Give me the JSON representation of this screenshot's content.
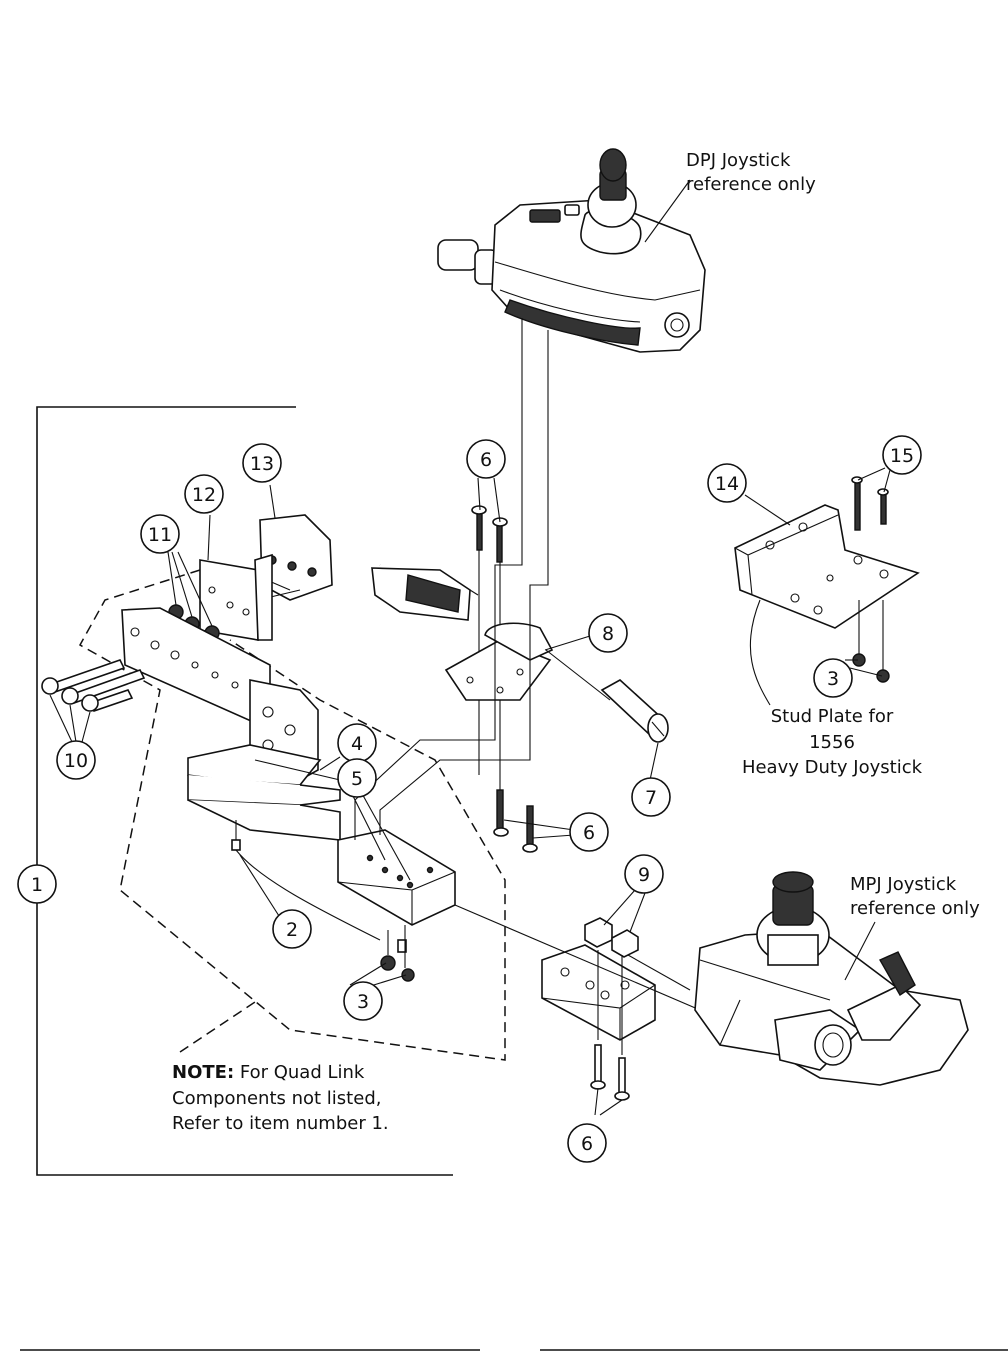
{
  "callouts": {
    "c1": "1",
    "c2": "2",
    "c3a": "3",
    "c3b": "3",
    "c4": "4",
    "c5": "5",
    "c6a": "6",
    "c6b": "6",
    "c6c": "6",
    "c7": "7",
    "c8": "8",
    "c9": "9",
    "c10": "10",
    "c11": "11",
    "c12": "12",
    "c13": "13",
    "c14": "14",
    "c15": "15"
  },
  "labels": {
    "dpj_line1": "DPJ Joystick",
    "dpj_line2": "reference only",
    "mpj_line1": "MPJ Joystick",
    "mpj_line2": "reference only",
    "stud_line1": "Stud Plate for",
    "stud_line2": "1556",
    "stud_line3": "Heavy Duty Joystick",
    "note_bold": "NOTE:",
    "note_line1": " For Quad Link",
    "note_line2": "Components not listed,",
    "note_line3": "Refer to item number 1."
  }
}
